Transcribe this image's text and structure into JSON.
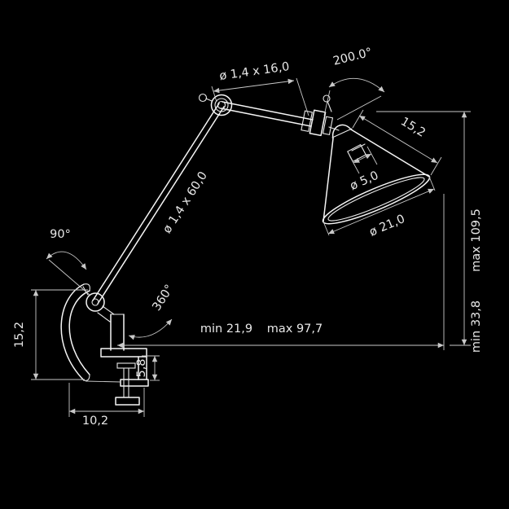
{
  "meta": {
    "type": "technical-dimension-drawing",
    "subject": "articulated clamp-mounted task lamp"
  },
  "colors": {
    "background": "#000000",
    "drawing_line": "#f5f5f5",
    "dimension_line": "#c8c8c8",
    "label_text": "#e8e8e8"
  },
  "dimensions": {
    "forearm_tube": "ø 1,4 x 16,0",
    "head_swivel_angle": "200.0°",
    "shade_side_length": "15,2",
    "socket_diameter": "ø 5,0",
    "shade_diameter": "ø 21,0",
    "arm_tube": "ø 1,4 x 60,0",
    "base_tilt_angle": "90°",
    "base_swivel_angle": "360°",
    "reach_min": "min 21,9",
    "reach_max": "max 97,7",
    "base_height": "15,2",
    "clamp_opening": "5,8",
    "clamp_depth": "10,2",
    "height_min": "min 33,8",
    "height_max": "max 109,5"
  }
}
